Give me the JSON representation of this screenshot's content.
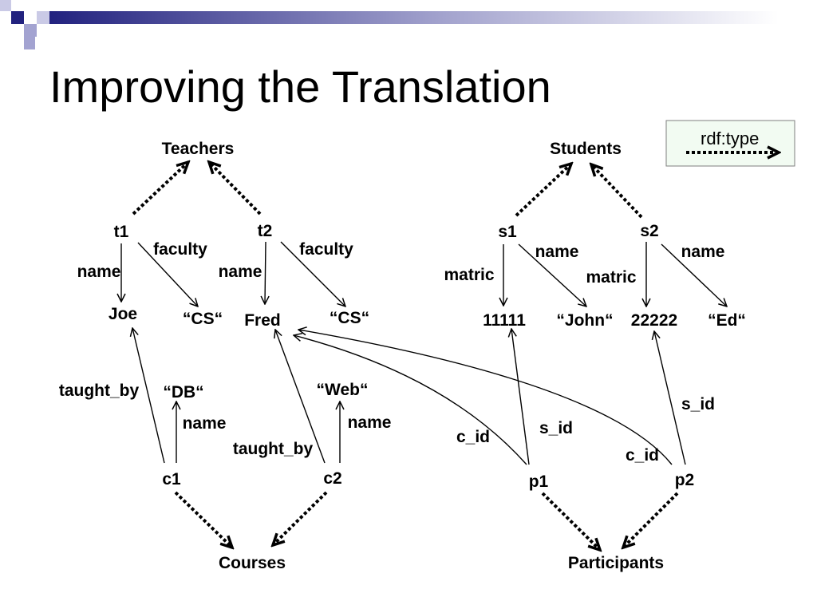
{
  "slide": {
    "title": "Improving the Translation"
  },
  "legend": {
    "label": "rdf:type"
  },
  "diagram": {
    "classes": {
      "teachers": "Teachers",
      "students": "Students",
      "courses": "Courses",
      "participants": "Participants"
    },
    "instances": {
      "t1": "t1",
      "t2": "t2",
      "s1": "s1",
      "s2": "s2",
      "c1": "c1",
      "c2": "c2",
      "p1": "p1",
      "p2": "p2"
    },
    "values": {
      "joe": "Joe",
      "cs_t1": "“CS“",
      "fred": "Fred",
      "cs_t2": "“CS“",
      "matric_s1": "11111",
      "john": "“John“",
      "matric_s2": "22222",
      "ed": "“Ed“",
      "db": "“DB“",
      "web": "“Web“"
    },
    "edge_labels": {
      "t1_name": "name",
      "t1_faculty": "faculty",
      "t2_name": "name",
      "t2_faculty": "faculty",
      "s1_matric": "matric",
      "s1_name": "name",
      "s2_matric": "matric",
      "s2_name": "name",
      "c1_taught_by": "taught_by",
      "c1_name": "name",
      "c2_taught_by": "taught_by",
      "c2_name": "name",
      "p1_c_id": "c_id",
      "p1_s_id": "s_id",
      "p2_s_id": "s_id",
      "p2_c_id": "c_id"
    }
  },
  "colors": {
    "accent": "#22227F",
    "legend_fill": "#F2FBF2"
  }
}
